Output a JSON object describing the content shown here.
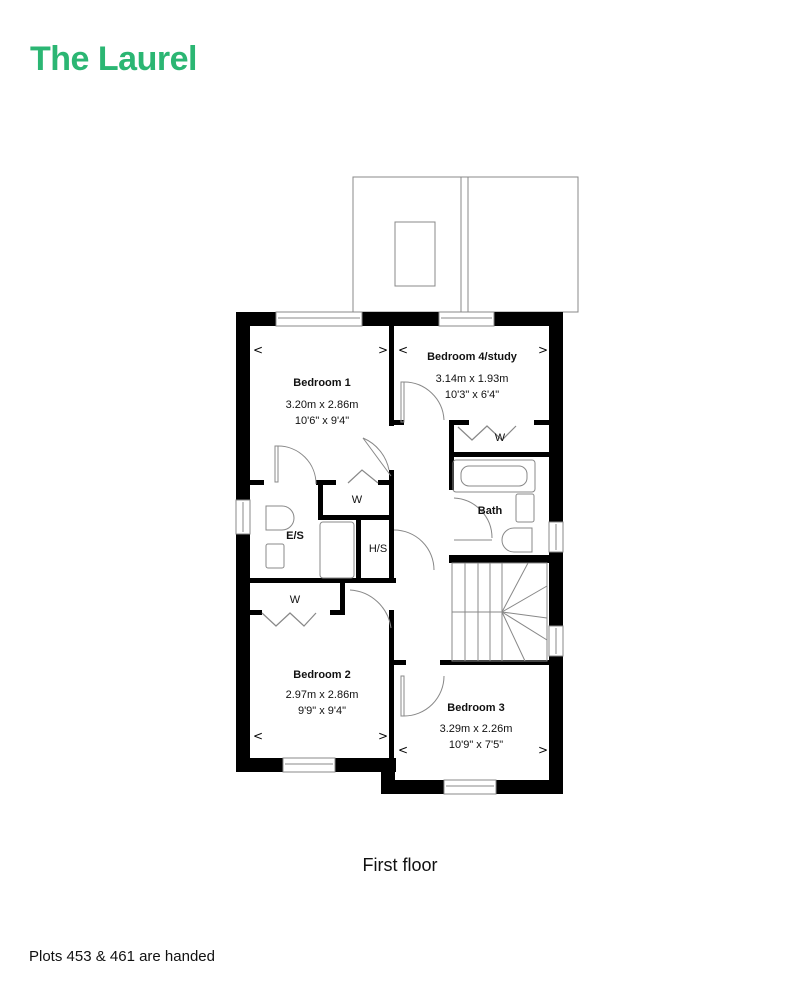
{
  "header": {
    "title": "The Laurel",
    "title_color": "#2bb673"
  },
  "plan": {
    "floor_label": "First floor",
    "rooms": {
      "bedroom1": {
        "name": "Bedroom 1",
        "metric": "3.20m x 2.86m",
        "imperial": "10'6\" x 9'4\""
      },
      "bedroom4": {
        "name": "Bedroom 4/study",
        "metric": "3.14m x 1.93m",
        "imperial": "10'3\" x 6'4\""
      },
      "bedroom2": {
        "name": "Bedroom 2",
        "metric": "2.97m x 2.86m",
        "imperial": "9'9\" x 9'4\""
      },
      "bedroom3": {
        "name": "Bedroom 3",
        "metric": "3.29m x 2.26m",
        "imperial": "10'9\" x 7'5\""
      },
      "bath": {
        "name": "Bath"
      },
      "ensuite": {
        "name": "E/S"
      },
      "hot_store": {
        "name": "H/S"
      },
      "wardrobe_b1": {
        "name": "W"
      },
      "wardrobe_b4": {
        "name": "W"
      },
      "wardrobe_b2": {
        "name": "W"
      }
    }
  },
  "footer": {
    "note": "Plots 453 & 461 are handed"
  }
}
